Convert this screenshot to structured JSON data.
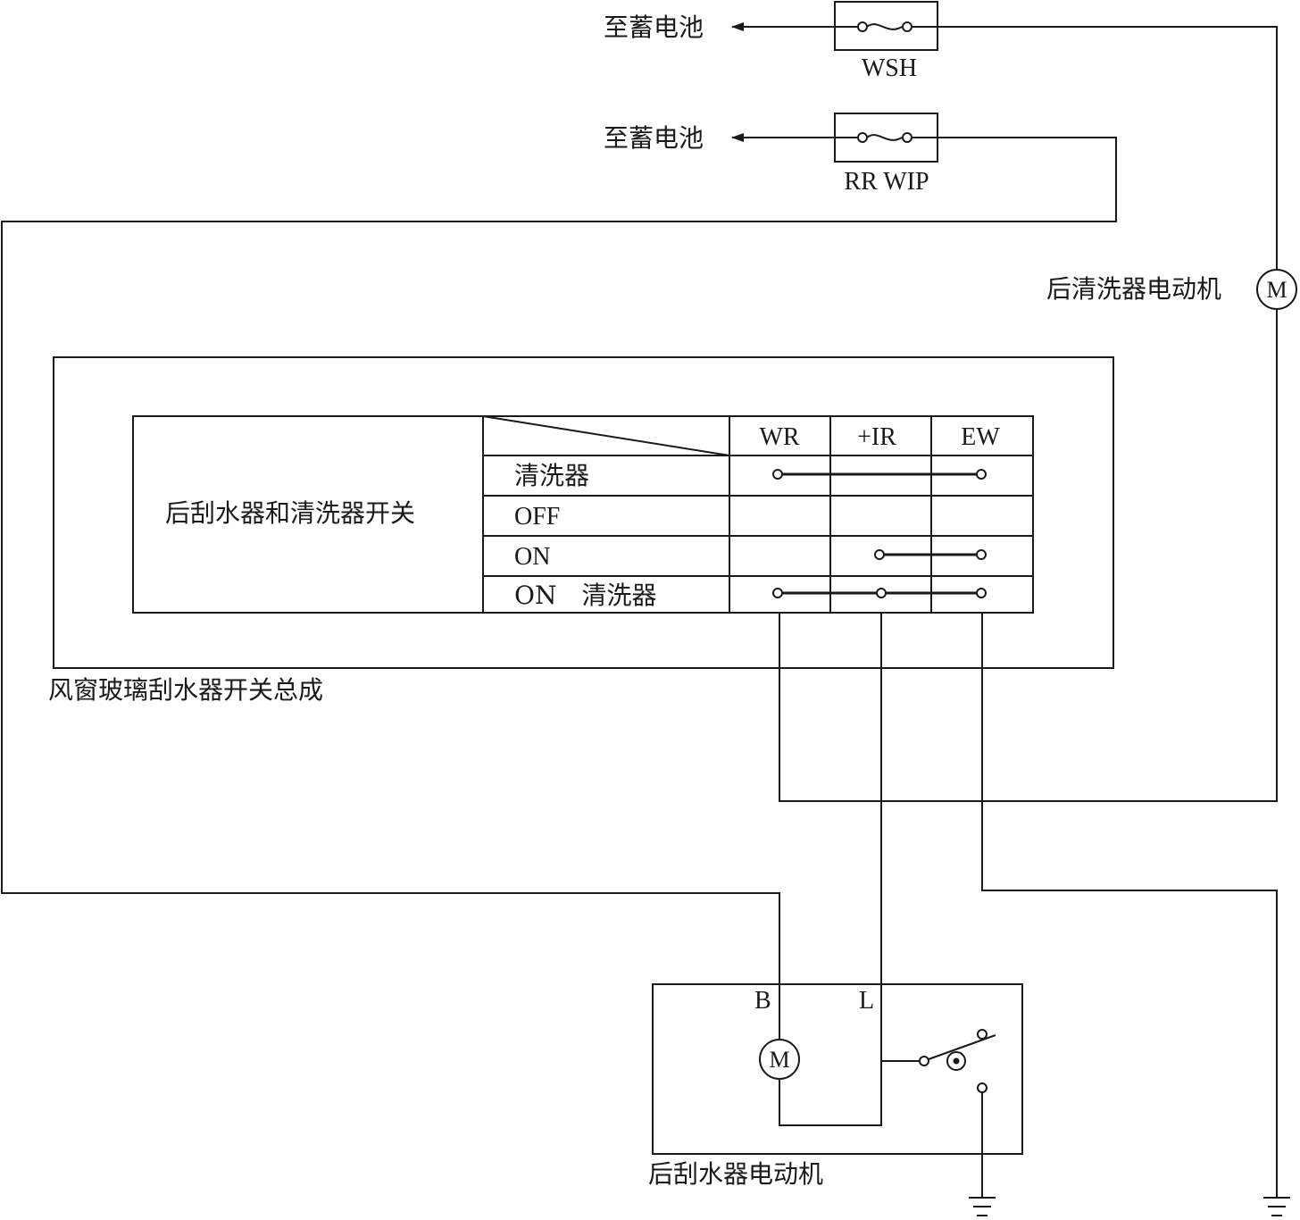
{
  "battery_label_top": "至蓄电池",
  "battery_label_bottom": "至蓄电池",
  "fuse_wsh": "WSH",
  "fuse_rr_wip": "RR WIP",
  "rear_washer_motor_label": "后清洗器电动机",
  "motor_symbol": "M",
  "switch_table": {
    "title": "后刮水器和清洗器开关",
    "columns": [
      "WR",
      "+IR",
      "EW"
    ],
    "rows": [
      {
        "label": "清洗器"
      },
      {
        "label": "OFF"
      },
      {
        "label": "ON"
      },
      {
        "label": "ON　清洗器"
      }
    ]
  },
  "switch_assembly_label": "风窗玻璃刮水器开关总成",
  "rear_wiper_motor": {
    "label": "后刮水器电动机",
    "terminal_b": "B",
    "terminal_l": "L",
    "motor_symbol": "M"
  }
}
